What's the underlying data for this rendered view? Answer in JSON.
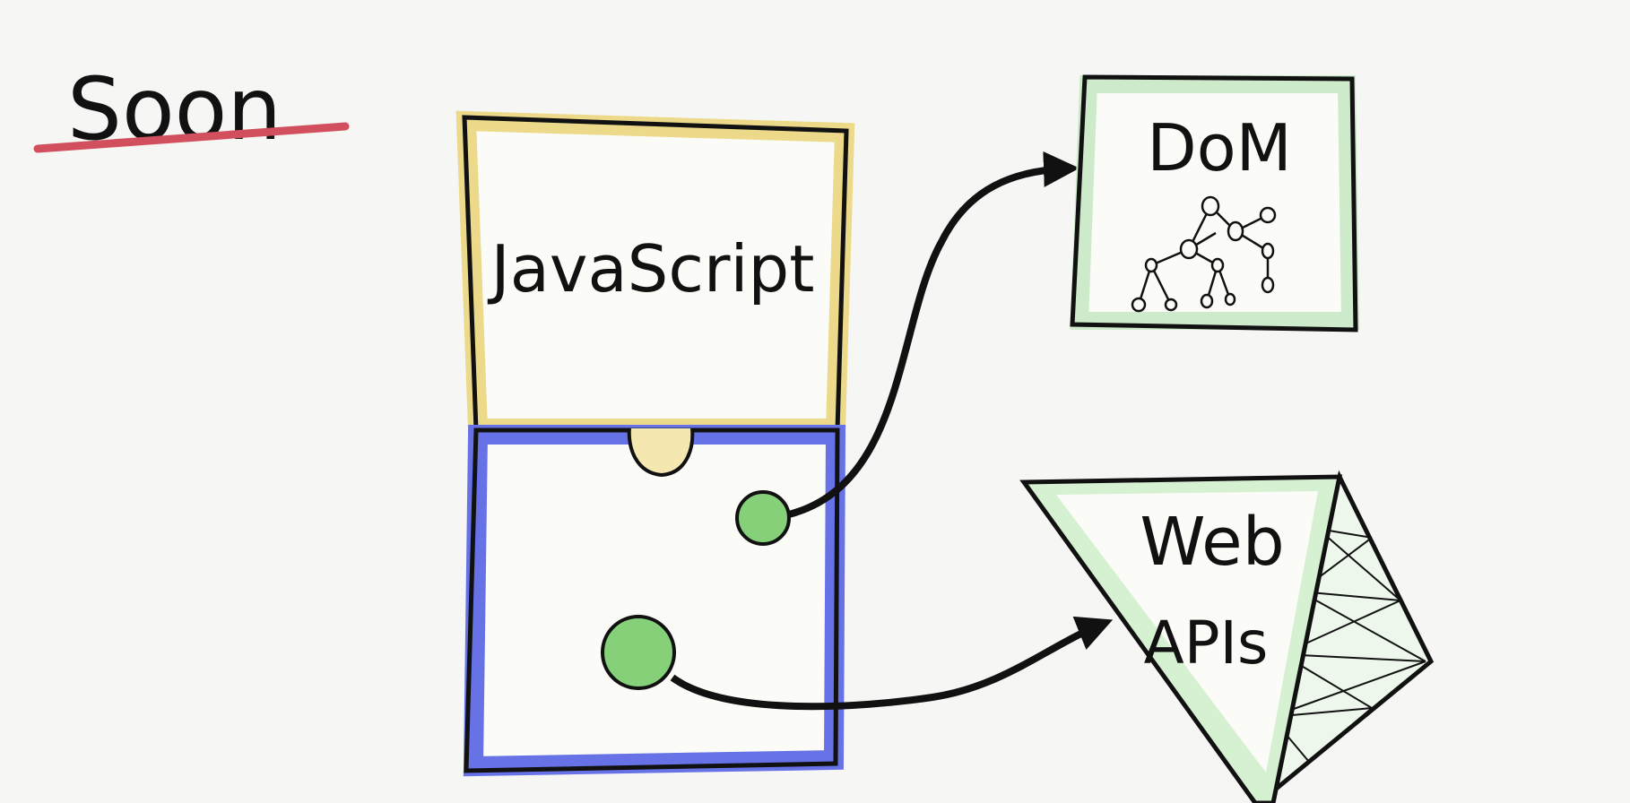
{
  "heading": {
    "text": "Soon",
    "underline_color": "#d2505e"
  },
  "javascript_box": {
    "label": "JavaScript",
    "border_color": "#ecd98a"
  },
  "engine_box": {
    "border_color": "#6672e6",
    "node_color": "#86d07a"
  },
  "dom_box": {
    "label": "DoM",
    "border_color": "#cdebcb",
    "icon": "tree-graph-icon"
  },
  "web_apis": {
    "label_line1": "Web",
    "label_line2": "APIs",
    "fill_color": "#d6f0d2",
    "icon": "pyramid-icon"
  },
  "colors": {
    "ink": "#111111",
    "background": "#f6f6f4"
  }
}
